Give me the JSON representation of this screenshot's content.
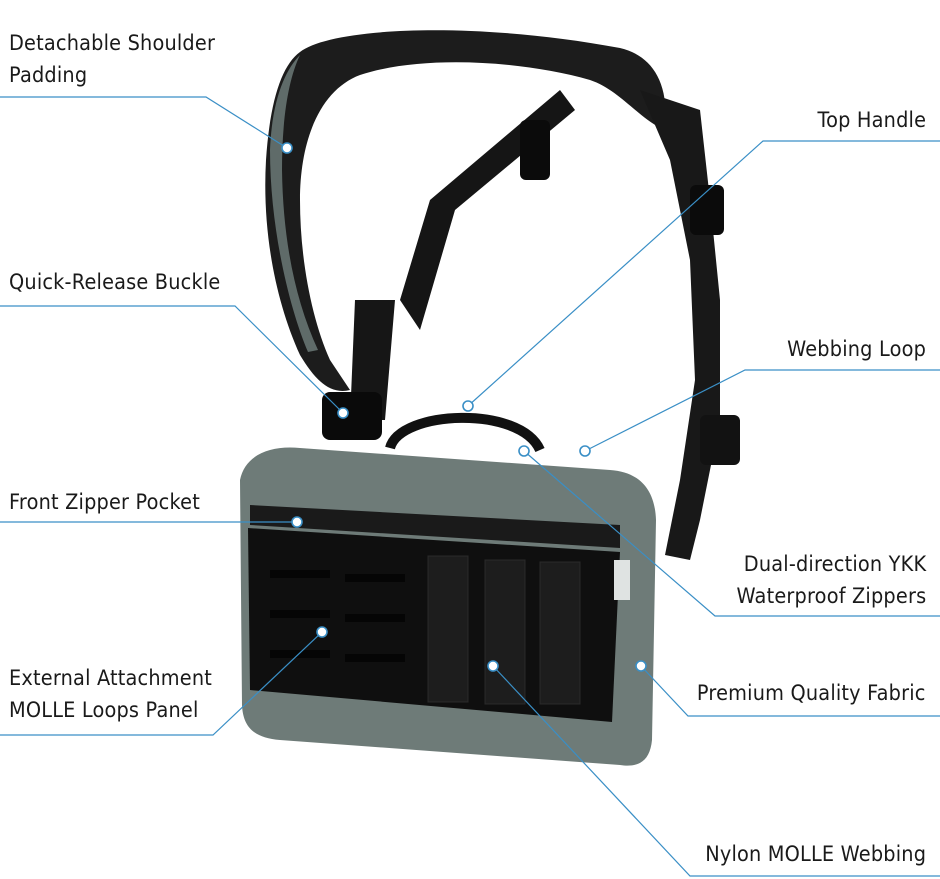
{
  "callouts": {
    "shoulder_padding": [
      "Detachable Shoulder",
      "Padding"
    ],
    "top_handle": "Top Handle",
    "quick_release": "Quick-Release Buckle",
    "webbing_loop": "Webbing Loop",
    "front_pocket": "Front Zipper Pocket",
    "zippers": [
      "Dual-direction YKK",
      "Waterproof Zippers"
    ],
    "molle_panel": [
      "External Attachment",
      "MOLLE Loops Panel"
    ],
    "fabric": "Premium Quality Fabric",
    "webbing": "Nylon MOLLE Webbing"
  },
  "colors": {
    "callout_line": "#3a8fc6",
    "bag_fabric": "#6e7b78",
    "strap": "#1b1b1b",
    "panel": "#0f0f0f"
  }
}
